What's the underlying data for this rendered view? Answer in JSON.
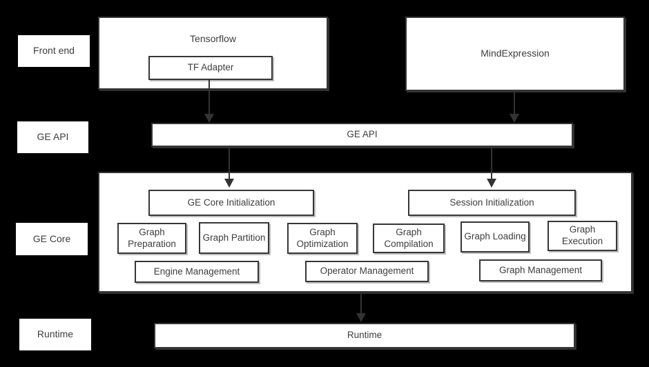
{
  "colors": {
    "background": "#000000",
    "box_fill": "#ffffff",
    "border": "#363636",
    "text": "#3d3d3d",
    "arrow": "#333333"
  },
  "side_labels": [
    {
      "label": "Front end"
    },
    {
      "label": "GE API"
    },
    {
      "label": "GE Core"
    },
    {
      "label": "Runtime"
    }
  ],
  "front_end": {
    "tensorflow": "Tensorflow",
    "tf_adapter": "TF Adapter",
    "mindexpression": "MindExpression"
  },
  "ge_api": {
    "label": "GE API"
  },
  "ge_core": {
    "init_boxes": [
      {
        "label": "GE Core Initialization"
      },
      {
        "label": "Session Initialization"
      }
    ],
    "stages": [
      {
        "label": "Graph Preparation"
      },
      {
        "label": "Graph Partition"
      },
      {
        "label": "Graph Optimization"
      },
      {
        "label": "Graph Compilation"
      },
      {
        "label": "Graph Loading"
      },
      {
        "label": "Graph Execution"
      }
    ],
    "management": [
      {
        "label": "Engine Management"
      },
      {
        "label": "Operator Management"
      },
      {
        "label": "Graph Management"
      }
    ]
  },
  "runtime": {
    "label": "Runtime"
  }
}
